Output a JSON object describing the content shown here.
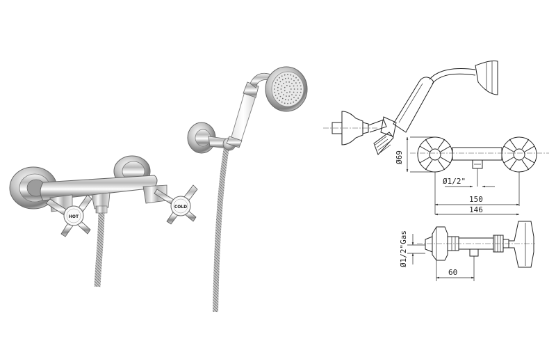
{
  "photo": {
    "hot_label": "HOT",
    "cold_label": "COLD"
  },
  "drawing": {
    "dim_diameter_69": "Ø69",
    "dim_inlet": "Ø1/2\"",
    "dim_150": "150",
    "dim_146": "146",
    "dim_gas": "Ø1/2\"Gas",
    "dim_60": "60"
  }
}
